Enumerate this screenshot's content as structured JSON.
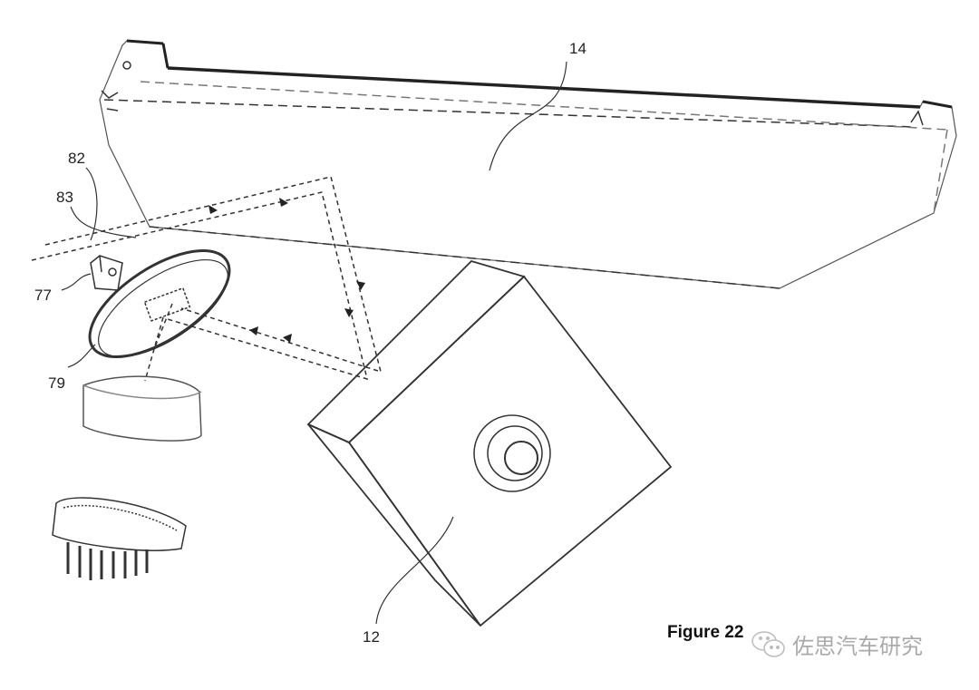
{
  "figure_title": "Figure 22",
  "watermark": {
    "text": "佐思汽车研究",
    "icon": "wechat-icon"
  },
  "labels": {
    "l14": "14",
    "l12": "12",
    "l82": "82",
    "l83": "83",
    "l77": "77",
    "l79": "79"
  }
}
